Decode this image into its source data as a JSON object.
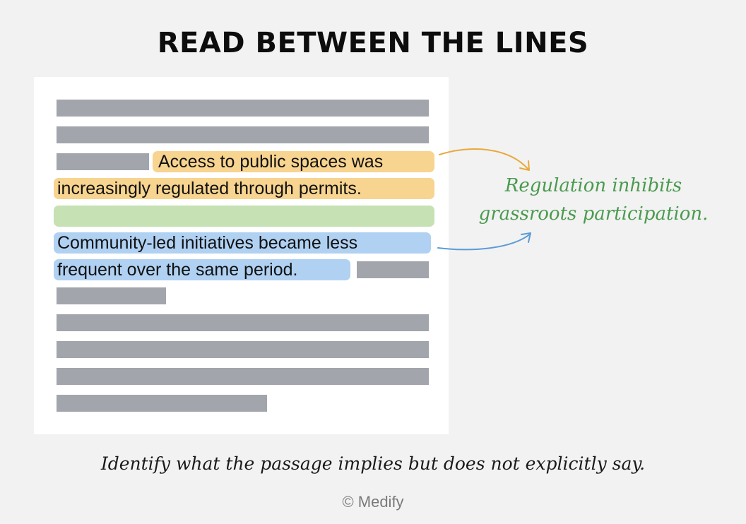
{
  "title": "READ BETWEEN THE LINES",
  "passage": {
    "highlight_yellow_line1": "Access to public spaces was",
    "highlight_yellow_line2": "increasingly regulated through permits.",
    "highlight_blue_line1": "Community-led initiatives became less",
    "highlight_blue_line2": "frequent over the same period."
  },
  "inference": {
    "line1": "Regulation inhibits",
    "line2": "grassroots participation."
  },
  "instruction": "Identify what the passage implies but does not explicitly say.",
  "credit": "© Medify",
  "colors": {
    "background": "#f2f2f2",
    "placeholder_bar": "#a2a5ab",
    "highlight_yellow": "#f7d48f",
    "highlight_green": "#c6e1b3",
    "highlight_blue": "#b0d1f2",
    "inference_text": "#4a9a4e",
    "arrow_yellow": "#e9a93a",
    "arrow_blue": "#5b9bd8"
  }
}
